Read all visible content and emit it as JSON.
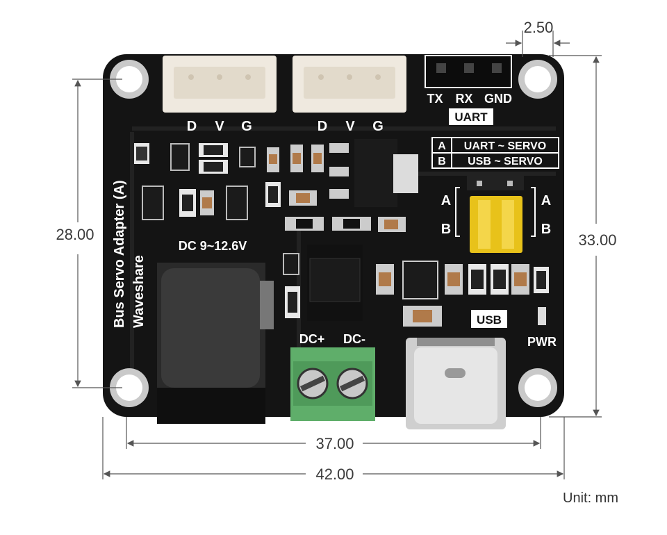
{
  "dimensions": {
    "pitch": "2.50",
    "hole_height": "28.00",
    "board_height": "33.00",
    "hole_width": "37.00",
    "board_width": "42.00"
  },
  "unit_label": "Unit: mm",
  "silkscreen": {
    "servo_pins_1": [
      "D",
      "V",
      "G"
    ],
    "servo_pins_2": [
      "D",
      "V",
      "G"
    ],
    "uart_pins": [
      "TX",
      "RX",
      "GND"
    ],
    "uart_label": "UART",
    "mode_table": [
      {
        "key": "A",
        "desc": "UART ~ SERVO"
      },
      {
        "key": "B",
        "desc": "USB ~ SERVO"
      }
    ],
    "jumper_a": "A",
    "jumper_b": "B",
    "board_name": "Bus Servo Adapter (A)",
    "brand": "Waveshare",
    "dc_input": "DC 9~12.6V",
    "terminal_plus": "DC+",
    "terminal_minus": "DC-",
    "usb_label": "USB",
    "pwr_label": "PWR"
  },
  "colors": {
    "board": "#141414",
    "connector": "#efe9df",
    "terminal": "#5fae6a",
    "jumper": "#e8c21a",
    "dimension_line": "#555555"
  }
}
